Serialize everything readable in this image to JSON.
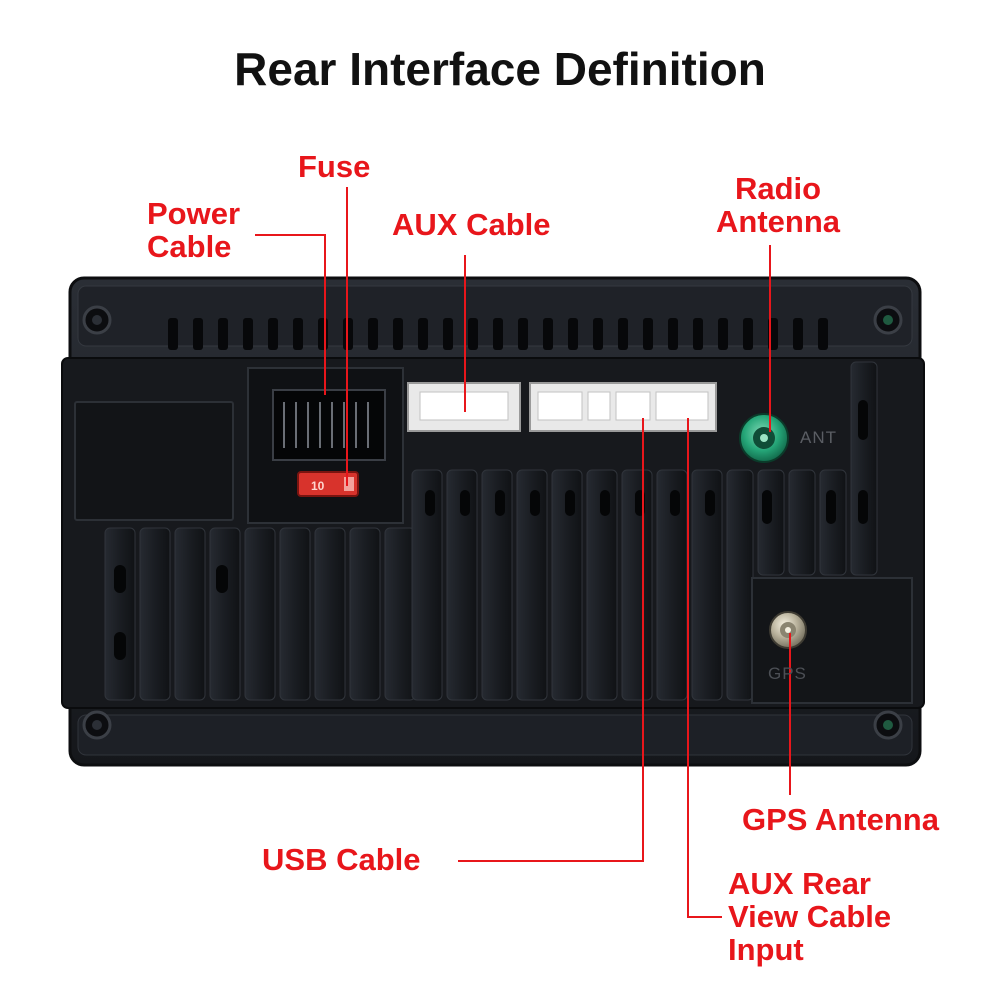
{
  "title": "Rear Interface Definition",
  "labels": {
    "fuse": "Fuse",
    "power_cable_line1": "Power",
    "power_cable_line2": "Cable",
    "aux_cable": "AUX Cable",
    "radio_antenna_line1": "Radio",
    "radio_antenna_line2": "Antenna",
    "gps_antenna": "GPS Antenna",
    "usb_cable": "USB Cable",
    "aux_rear_line1": "AUX Rear",
    "aux_rear_line2": "View Cable",
    "aux_rear_line3": "Input"
  },
  "device_markings": {
    "ant": "ANT",
    "gps": "GPS",
    "fuse_rating": "10"
  },
  "colors": {
    "label_red": "#e8161b",
    "title_black": "#111111",
    "housing": "#1c1f25",
    "connector_white": "#ececec",
    "antenna_green": "#1f9a70"
  }
}
